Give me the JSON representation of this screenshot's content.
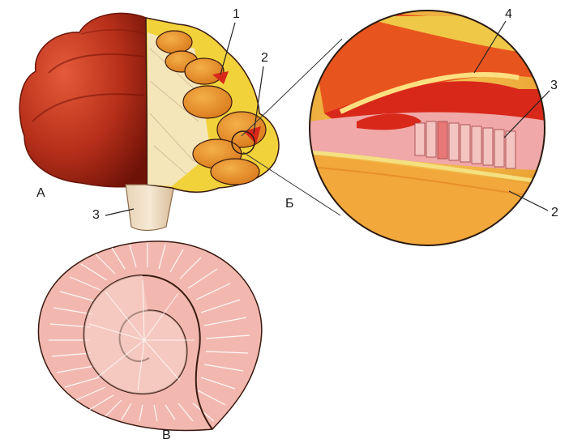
{
  "labels": {
    "panel_a": "А",
    "panel_b": "Б",
    "panel_c": "В",
    "cochlea_l1": "1",
    "cochlea_l2": "2",
    "cochlea_l3": "3",
    "zoom_l4": "4",
    "zoom_l3": "3",
    "zoom_l2": "2"
  },
  "colors": {
    "cochlea_dark": "#8e1a0c",
    "cochlea_mid": "#c23a1c",
    "yellow": "#f2d23a",
    "orange": "#e88a1e",
    "red_accent": "#d8281a",
    "pink": "#f0a8a8",
    "spiral_pink": "#f2b8b0",
    "outline": "#3a1a10"
  }
}
